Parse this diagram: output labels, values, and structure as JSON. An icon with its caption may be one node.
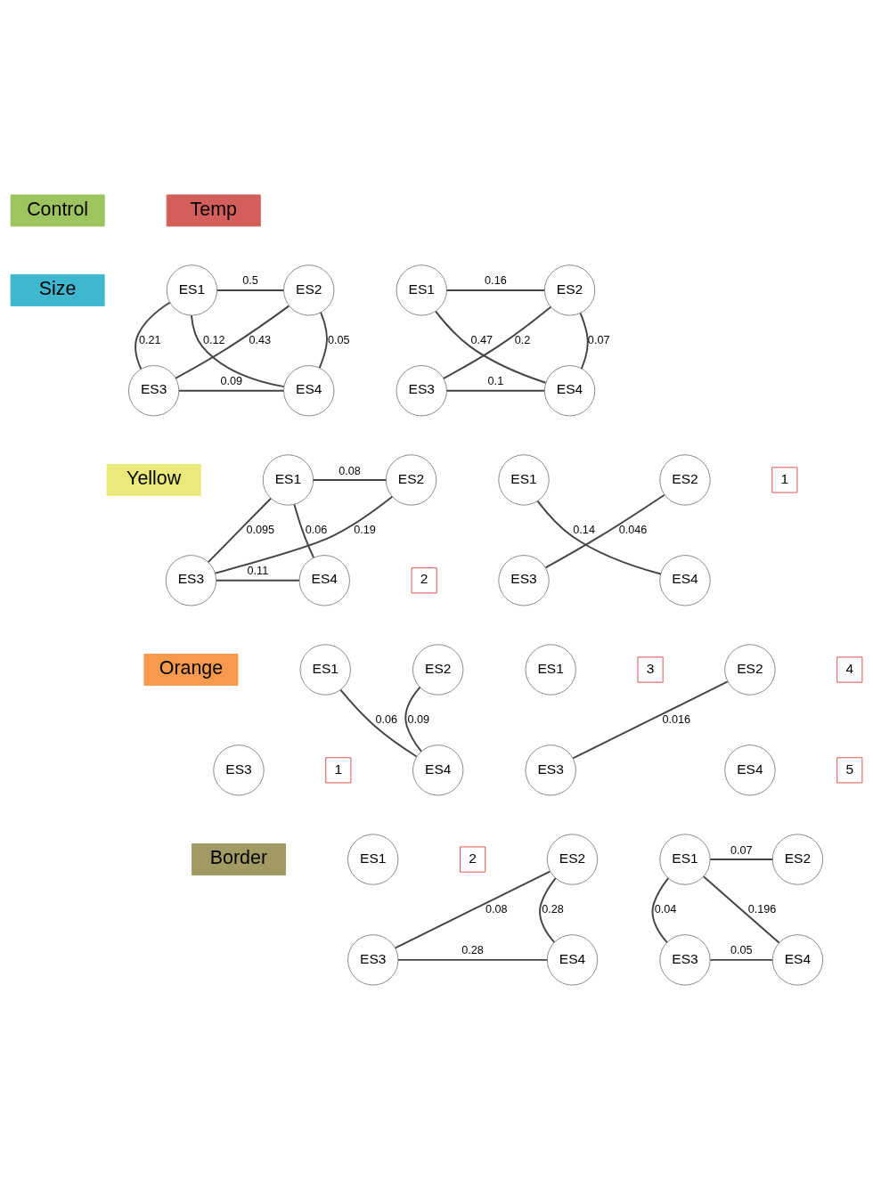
{
  "diagram": {
    "nodes": [
      {
        "text": [
          "Control"
        ]
      },
      {
        "text": [
          "Temp"
        ]
      },
      {
        "text": [
          "Size"
        ]
      },
      {
        "text": [
          "ES1"
        ]
      },
      {
        "text": [
          "ES2"
        ]
      },
      {
        "text": [
          "ES3"
        ]
      },
      {
        "text": [
          "ES4"
        ]
      },
      {
        "text": [
          "ES1"
        ]
      },
      {
        "text": [
          "ES2"
        ]
      },
      {
        "text": [
          "ES3"
        ]
      },
      {
        "text": [
          "ES4"
        ]
      },
      {
        "text": [
          "Yellow"
        ]
      },
      {
        "text": [
          "ES1"
        ]
      },
      {
        "text": [
          "ES2"
        ]
      },
      {
        "text": [
          "ES3"
        ]
      },
      {
        "text": [
          "ES4"
        ]
      },
      {
        "text": [
          "ES1"
        ]
      },
      {
        "text": [
          "ES2"
        ]
      },
      {
        "text": [
          "ES3"
        ]
      },
      {
        "text": [
          "ES4"
        ]
      },
      {
        "text": [
          "1"
        ]
      },
      {
        "text": [
          "2"
        ]
      },
      {
        "text": [
          "Orange"
        ]
      },
      {
        "text": [
          "ES1"
        ]
      },
      {
        "text": [
          "ES2"
        ]
      },
      {
        "text": [
          "ES3"
        ]
      },
      {
        "text": [
          "ES4"
        ]
      },
      {
        "text": [
          "1"
        ]
      },
      {
        "text": [
          "ES1"
        ]
      },
      {
        "text": [
          "ES2"
        ]
      },
      {
        "text": [
          "ES3"
        ]
      },
      {
        "text": [
          "ES4"
        ]
      },
      {
        "text": [
          "3"
        ]
      },
      {
        "text": [
          "4"
        ]
      },
      {
        "text": [
          "5"
        ]
      },
      {
        "text": [
          "Border"
        ]
      },
      {
        "text": [
          "ES1"
        ]
      },
      {
        "text": [
          "ES2"
        ]
      },
      {
        "text": [
          "ES3"
        ]
      },
      {
        "text": [
          "ES4"
        ]
      },
      {
        "text": [
          "2"
        ]
      },
      {
        "text": [
          "ES1"
        ]
      },
      {
        "text": [
          "ES2"
        ]
      },
      {
        "text": [
          "ES3"
        ]
      },
      {
        "text": [
          "ES4"
        ]
      }
    ],
    "edges": [
      {
        "from": 3,
        "to": 4,
        "arrow": "none",
        "label": "0.5"
      },
      {
        "from": 3,
        "to": 5,
        "arrow": "none",
        "label": "0.21"
      },
      {
        "from": 3,
        "to": 6,
        "arrow": "none",
        "label": "0.12"
      },
      {
        "from": 4,
        "to": 6,
        "arrow": "none",
        "label": "0.05"
      },
      {
        "from": 5,
        "to": 6,
        "arrow": "none",
        "label": "0.09"
      },
      {
        "from": 4,
        "to": 5,
        "arrow": "none",
        "label": "0.43"
      },
      {
        "from": 7,
        "to": 8,
        "arrow": "none",
        "label": "0.16"
      },
      {
        "from": 7,
        "to": 10,
        "arrow": "none",
        "label": "0.47"
      },
      {
        "from": 8,
        "to": 10,
        "arrow": "none",
        "label": "0.07"
      },
      {
        "from": 9,
        "to": 10,
        "arrow": "none",
        "label": "0.1"
      },
      {
        "from": 8,
        "to": 9,
        "arrow": "none",
        "label": "0.2"
      },
      {
        "from": 12,
        "to": 13,
        "arrow": "none",
        "label": "0.08"
      },
      {
        "from": 12,
        "to": 14,
        "arrow": "none",
        "label": "0.095"
      },
      {
        "from": 12,
        "to": 15,
        "arrow": "none",
        "label": "0.06"
      },
      {
        "from": 14,
        "to": 15,
        "arrow": "none",
        "label": "0.11"
      },
      {
        "from": 13,
        "to": 14,
        "arrow": "none",
        "label": "0.19"
      },
      {
        "from": 16,
        "to": 19,
        "arrow": "none",
        "label": "0.14"
      },
      {
        "from": 17,
        "to": 18,
        "arrow": "none",
        "label": "0.046"
      },
      {
        "from": 23,
        "to": 26,
        "arrow": "none",
        "label": "0.06"
      },
      {
        "from": 24,
        "to": 26,
        "arrow": "none",
        "label": "0.09"
      },
      {
        "from": 29,
        "to": 30,
        "arrow": "none",
        "label": "0.016"
      },
      {
        "from": 37,
        "to": 39,
        "arrow": "none",
        "label": "0.28"
      },
      {
        "from": 38,
        "to": 39,
        "arrow": "none",
        "label": "0.28"
      },
      {
        "from": 37,
        "to": 38,
        "arrow": "none",
        "label": "0.08"
      },
      {
        "from": 41,
        "to": 42,
        "arrow": "none",
        "label": "0.07"
      },
      {
        "from": 41,
        "to": 43,
        "arrow": "none",
        "label": "0.04"
      },
      {
        "from": 41,
        "to": 44,
        "arrow": "none",
        "label": "0.196"
      },
      {
        "from": 43,
        "to": 44,
        "arrow": "none",
        "label": "0.05"
      }
    ]
  }
}
